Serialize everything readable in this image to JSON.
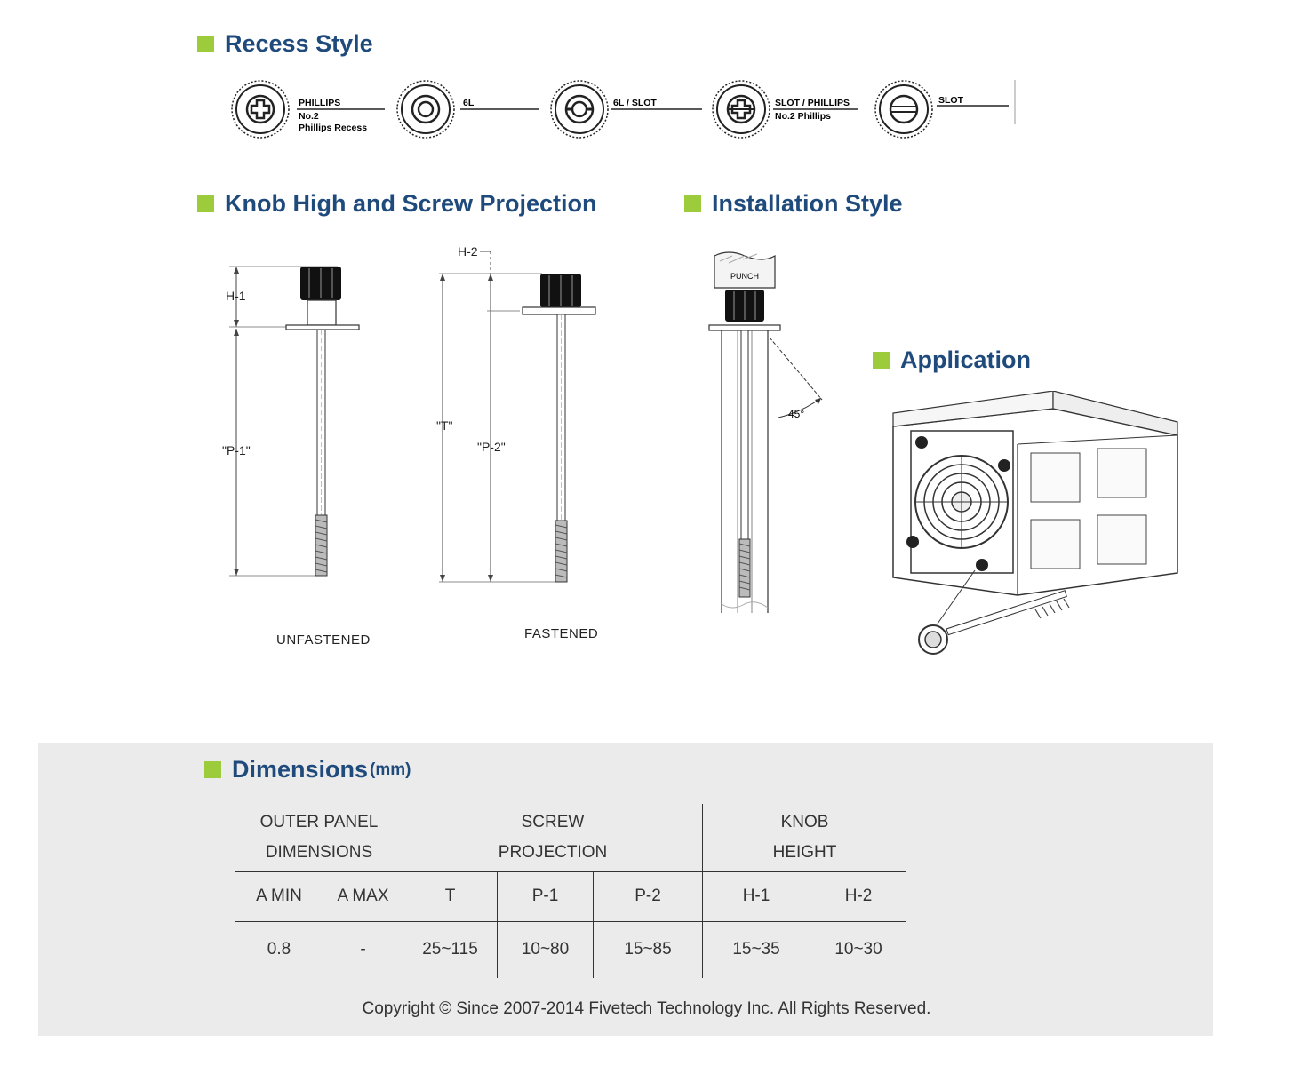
{
  "sections": {
    "recess": "Recess Style",
    "knob": "Knob High and Screw Projection",
    "installation": "Installation Style",
    "application": "Application",
    "dimensions": "Dimensions",
    "dimensions_unit": "(mm)"
  },
  "recess_styles": [
    {
      "label": "PHILLIPS",
      "sub1": "No.2",
      "sub2": "Phillips Recess"
    },
    {
      "label": "6L",
      "sub1": "",
      "sub2": ""
    },
    {
      "label": "6L / SLOT",
      "sub1": "",
      "sub2": ""
    },
    {
      "label": "SLOT / PHILLIPS",
      "sub1": "No.2 Phillips",
      "sub2": ""
    },
    {
      "label": "SLOT",
      "sub1": "",
      "sub2": ""
    }
  ],
  "diagram_labels": {
    "h1": "H-1",
    "p1": "\"P-1\"",
    "h2": "H-2",
    "t": "\"T\"",
    "p2": "\"P-2\"",
    "punch": "PUNCH",
    "angle": "45°",
    "unfastened": "UNFASTENED",
    "fastened": "FASTENED"
  },
  "table": {
    "groups": [
      {
        "line1": "OUTER  PANEL",
        "line2": "DIMENSIONS"
      },
      {
        "line1": "SCREW",
        "line2": "PROJECTION"
      },
      {
        "line1": "KNOB",
        "line2": "HEIGHT"
      }
    ],
    "columns": [
      "A MIN",
      "A MAX",
      "T",
      "P-1",
      "P-2",
      "H-1",
      "H-2"
    ],
    "row": [
      "0.8",
      "-",
      "25~115",
      "10~80",
      "15~85",
      "15~35",
      "10~30"
    ]
  },
  "copyright": "Copyright © Since 2007-2014 Fivetech Technology Inc. All Rights Reserved.",
  "colors": {
    "accent_square": "#9ccc3c",
    "title": "#1f4a7c",
    "panel": "#ebebeb"
  }
}
